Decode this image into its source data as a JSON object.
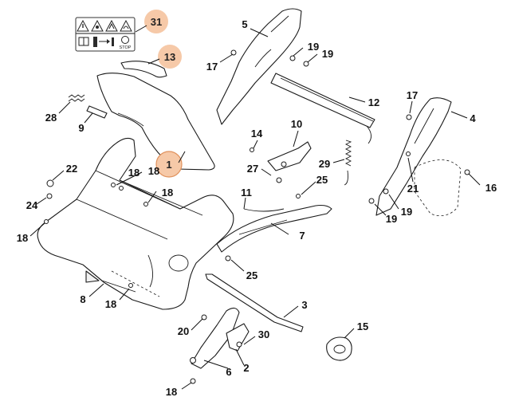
{
  "diagram": {
    "highlight_color": "#f6c9a8",
    "highlighted_parts": [
      "31",
      "13",
      "1"
    ],
    "warning_label": {
      "symbols": [
        "warning-triangle-icon",
        "warning-triangle-icon",
        "warning-triangle-icon",
        "warning-triangle-icon",
        "manual-book-icon",
        "bystander-distance-icon",
        "stop-sign-icon"
      ],
      "stop_text": "STOP"
    },
    "callouts": {
      "c31": "31",
      "c13": "13",
      "c1": "1",
      "c5": "5",
      "c17a": "17",
      "c19a": "19",
      "c19b": "19",
      "c12": "12",
      "c17b": "17",
      "c4": "4",
      "c28": "28",
      "c9": "9",
      "c14": "14",
      "c10": "10",
      "c29": "29",
      "c27": "27",
      "c22": "22",
      "c18a": "18",
      "c18b": "18",
      "c18c": "18",
      "c24": "24",
      "c11": "11",
      "c25a": "25",
      "c21": "21",
      "c16": "16",
      "c19c": "19",
      "c19d": "19",
      "c18d": "18",
      "c7": "7",
      "c25b": "25",
      "c8": "8",
      "c18e": "18",
      "c3": "3",
      "c20": "20",
      "c15": "15",
      "c30": "30",
      "c6": "6",
      "c2": "2",
      "c18f": "18"
    }
  }
}
